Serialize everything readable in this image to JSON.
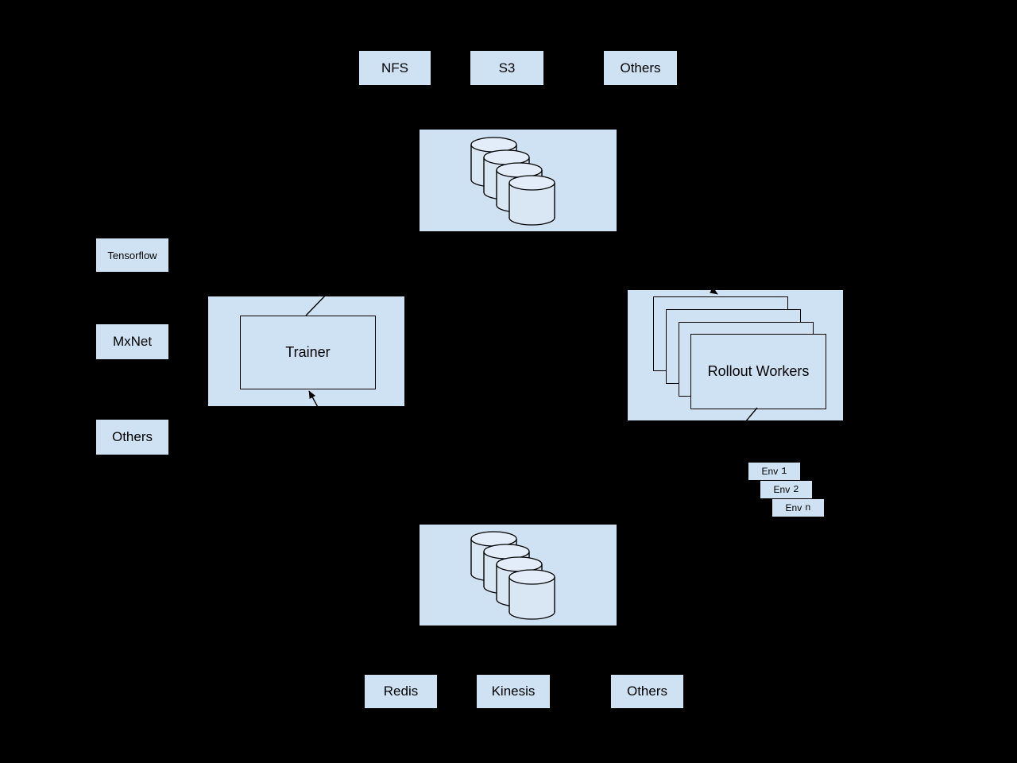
{
  "palette": {
    "background": "#000000",
    "node_fill": "#cfe2f3",
    "node_border": "#000000",
    "cylinder_body_fill": "#d9e6f4",
    "cylinder_top_fill": "#e3edf9",
    "connector_color": "#000000",
    "text_color": "#000000"
  },
  "storage_backends_top": {
    "items": [
      {
        "label": "NFS"
      },
      {
        "label": "S3"
      },
      {
        "label": "Others"
      }
    ]
  },
  "model_storage": {
    "cylinder_count": 4
  },
  "frameworks": {
    "items": [
      {
        "label": "Tensorflow"
      },
      {
        "label": "MxNet"
      },
      {
        "label": "Others"
      }
    ]
  },
  "trainer": {
    "label": "Trainer"
  },
  "rollout_workers": {
    "label": "Rollout Workers",
    "stack_count": 4
  },
  "environments": {
    "items": [
      {
        "prefix": "Env",
        "index": "1"
      },
      {
        "prefix": "Env",
        "index": "2"
      },
      {
        "prefix": "Env",
        "index": "n"
      }
    ]
  },
  "trajectory_storage": {
    "cylinder_count": 4
  },
  "storage_backends_bottom": {
    "items": [
      {
        "label": "Redis"
      },
      {
        "label": "Kinesis"
      },
      {
        "label": "Others"
      }
    ]
  }
}
